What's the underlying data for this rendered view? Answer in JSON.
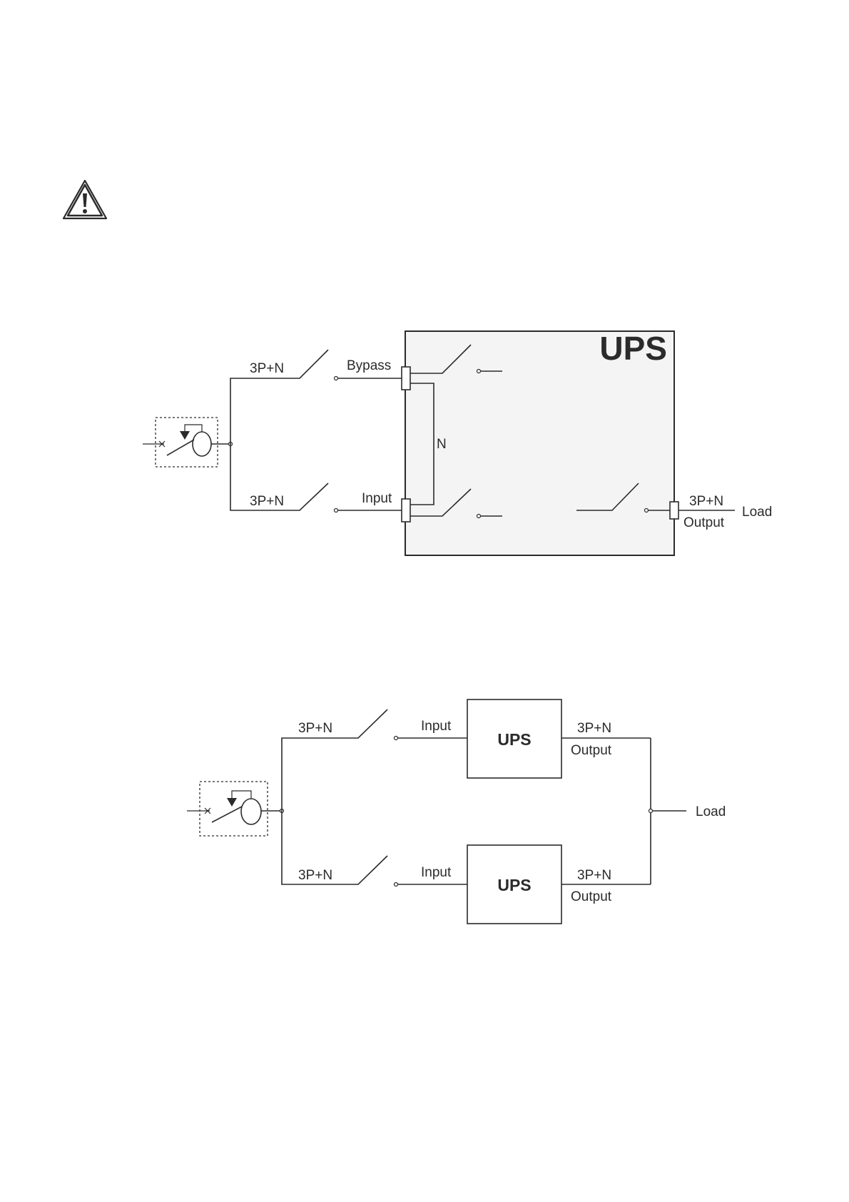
{
  "warning": {
    "icon": "warning-triangle-icon"
  },
  "diagram1": {
    "ups_label": "UPS",
    "feed_top_label": "3P+N",
    "feed_bottom_label": "3P+N",
    "bypass_label": "Bypass",
    "input_label": "Input",
    "neutral_label": "N",
    "output_rating_label": "3P+N",
    "output_label": "Output",
    "load_label": "Load"
  },
  "diagram2": {
    "feed_top_label": "3P+N",
    "feed_bottom_label": "3P+N",
    "ups1": {
      "input_label": "Input",
      "name": "UPS",
      "rating_label": "3P+N",
      "output_label": "Output"
    },
    "ups2": {
      "input_label": "Input",
      "name": "UPS",
      "rating_label": "3P+N",
      "output_label": "Output"
    },
    "load_label": "Load"
  }
}
